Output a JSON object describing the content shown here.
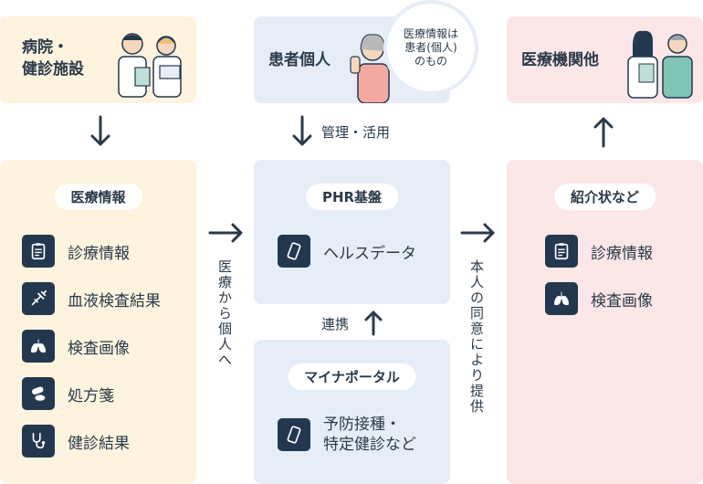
{
  "top": {
    "hospital_label": "病院・\n健診施設",
    "patient_label": "患者個人",
    "bubble_line1": "医療情報は",
    "bubble_line2": "患者(個人)",
    "bubble_line3": "のもの",
    "institution_label": "医療機関他"
  },
  "left_box": {
    "title": "医療情報",
    "items": [
      {
        "label": "診療情報",
        "icon": "clipboard-icon"
      },
      {
        "label": "血液検査結果",
        "icon": "syringe-icon"
      },
      {
        "label": "検査画像",
        "icon": "lungs-icon"
      },
      {
        "label": "処方箋",
        "icon": "pills-icon"
      },
      {
        "label": "健診結果",
        "icon": "stethoscope-icon"
      }
    ]
  },
  "phr_box": {
    "title": "PHR基盤",
    "item": "ヘルスデータ"
  },
  "mp_box": {
    "title": "マイナポータル",
    "item_line1": "予防接種・",
    "item_line2": "特定健診など"
  },
  "right_box": {
    "title": "紹介状など",
    "items": [
      {
        "label": "診療情報",
        "icon": "clipboard-icon"
      },
      {
        "label": "検査画像",
        "icon": "lungs-icon"
      }
    ]
  },
  "arrows": {
    "manage_label": "管理・活用",
    "link_label": "連携",
    "left_to_center": "医療から個人へ",
    "center_to_right": "本人の同意により提供"
  },
  "colors": {
    "navy": "#23384e",
    "beige": "#fdf3df",
    "blue": "#e7edf7",
    "pink": "#fbe7e7"
  }
}
